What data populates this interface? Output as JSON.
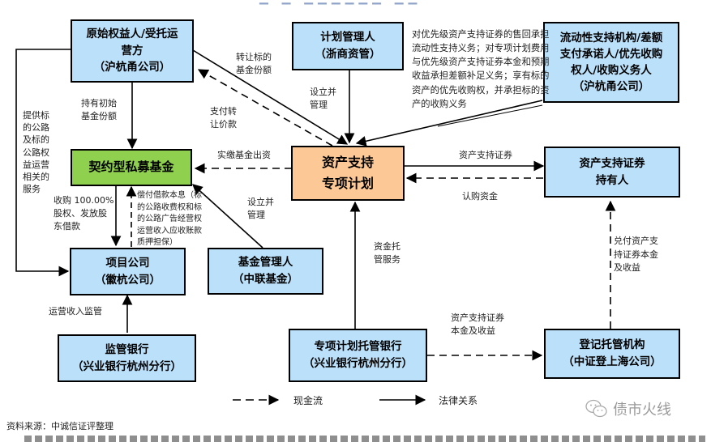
{
  "nodes": {
    "originator": {
      "line1": "原始权益人/受托运",
      "line2": "营方",
      "line3": "（沪杭甬公司）"
    },
    "plan_manager": {
      "line1": "计划管理人",
      "line2": "（浙商资管）"
    },
    "liquidity_support": {
      "line1": "流动性支持机构/差额",
      "line2": "支付承诺人/优先收购",
      "line3": "权人/收购义务人",
      "line4": "（沪杭甬公司）"
    },
    "private_fund": {
      "line1": "契约型私募基金"
    },
    "abs_plan": {
      "line1": "资产支持",
      "line2": "专项计划"
    },
    "abs_holders": {
      "line1": "资产支持证券",
      "line2": "持有人"
    },
    "project_company": {
      "line1": "项目公司",
      "line2": "（徽杭公司）"
    },
    "fund_manager": {
      "line1": "基金管理人",
      "line2": "（中联基金）"
    },
    "supervisory_bank": {
      "line1": "监管银行",
      "line2": "（兴业银行杭州分行）"
    },
    "custodian_bank": {
      "line1": "专项计划托管银行",
      "line2": "（兴业银行杭州分行）"
    },
    "registrar": {
      "line1": "登记托管机构",
      "line2": "（中证登上海公司）"
    }
  },
  "edge_labels": {
    "transfer_fund_share": [
      "转让标的",
      "基金份额"
    ],
    "pay_transfer_price": [
      "支付转",
      "让价款"
    ],
    "hold_initial_share": [
      "持有初始",
      "基金份额"
    ],
    "provide_services": [
      "提供标",
      "的公路",
      "及标的",
      "公路权",
      "益运营",
      "相关的",
      "服务"
    ],
    "establish_manage_plan": [
      "设立并",
      "管理"
    ],
    "guarantee_note": "对优先级资产支持证券的售回承担流动性支持义务；对专项计划费用与优先级资产支持证券本金和预期收益承担差额补足义务；享有标的资产的优先收购权，并承担标的资产的收购义务",
    "paid_in_capital": "实缴基金出资",
    "abs_securities": "资产支持证券",
    "subscription_funds": "认购资金",
    "acquire_equity": [
      "收购 100.00%",
      "股权、发放股",
      "东借款"
    ],
    "repay_loan": [
      "偿付借款本息（标",
      "的公路收费权和标",
      "的公路广告经营权",
      "运营收入应收账款",
      "质押担保）"
    ],
    "establish_manage_fund": [
      "设立并",
      "管理"
    ],
    "custody_service": [
      "资金托",
      "管服务"
    ],
    "revenue_supervision": "运营收入监管",
    "principal_income": [
      "资产支持证券",
      "本金及收益"
    ],
    "pay_principal_income": [
      "兑付资产支",
      "持证券本金",
      "及收益"
    ]
  },
  "legend": {
    "cash_flow": "现金流",
    "legal_relation": "法律关系"
  },
  "source": "资料来源：中诚信证评整理",
  "watermark": "债市火线",
  "icons": {
    "watermark_icon": "wechat-icon"
  }
}
